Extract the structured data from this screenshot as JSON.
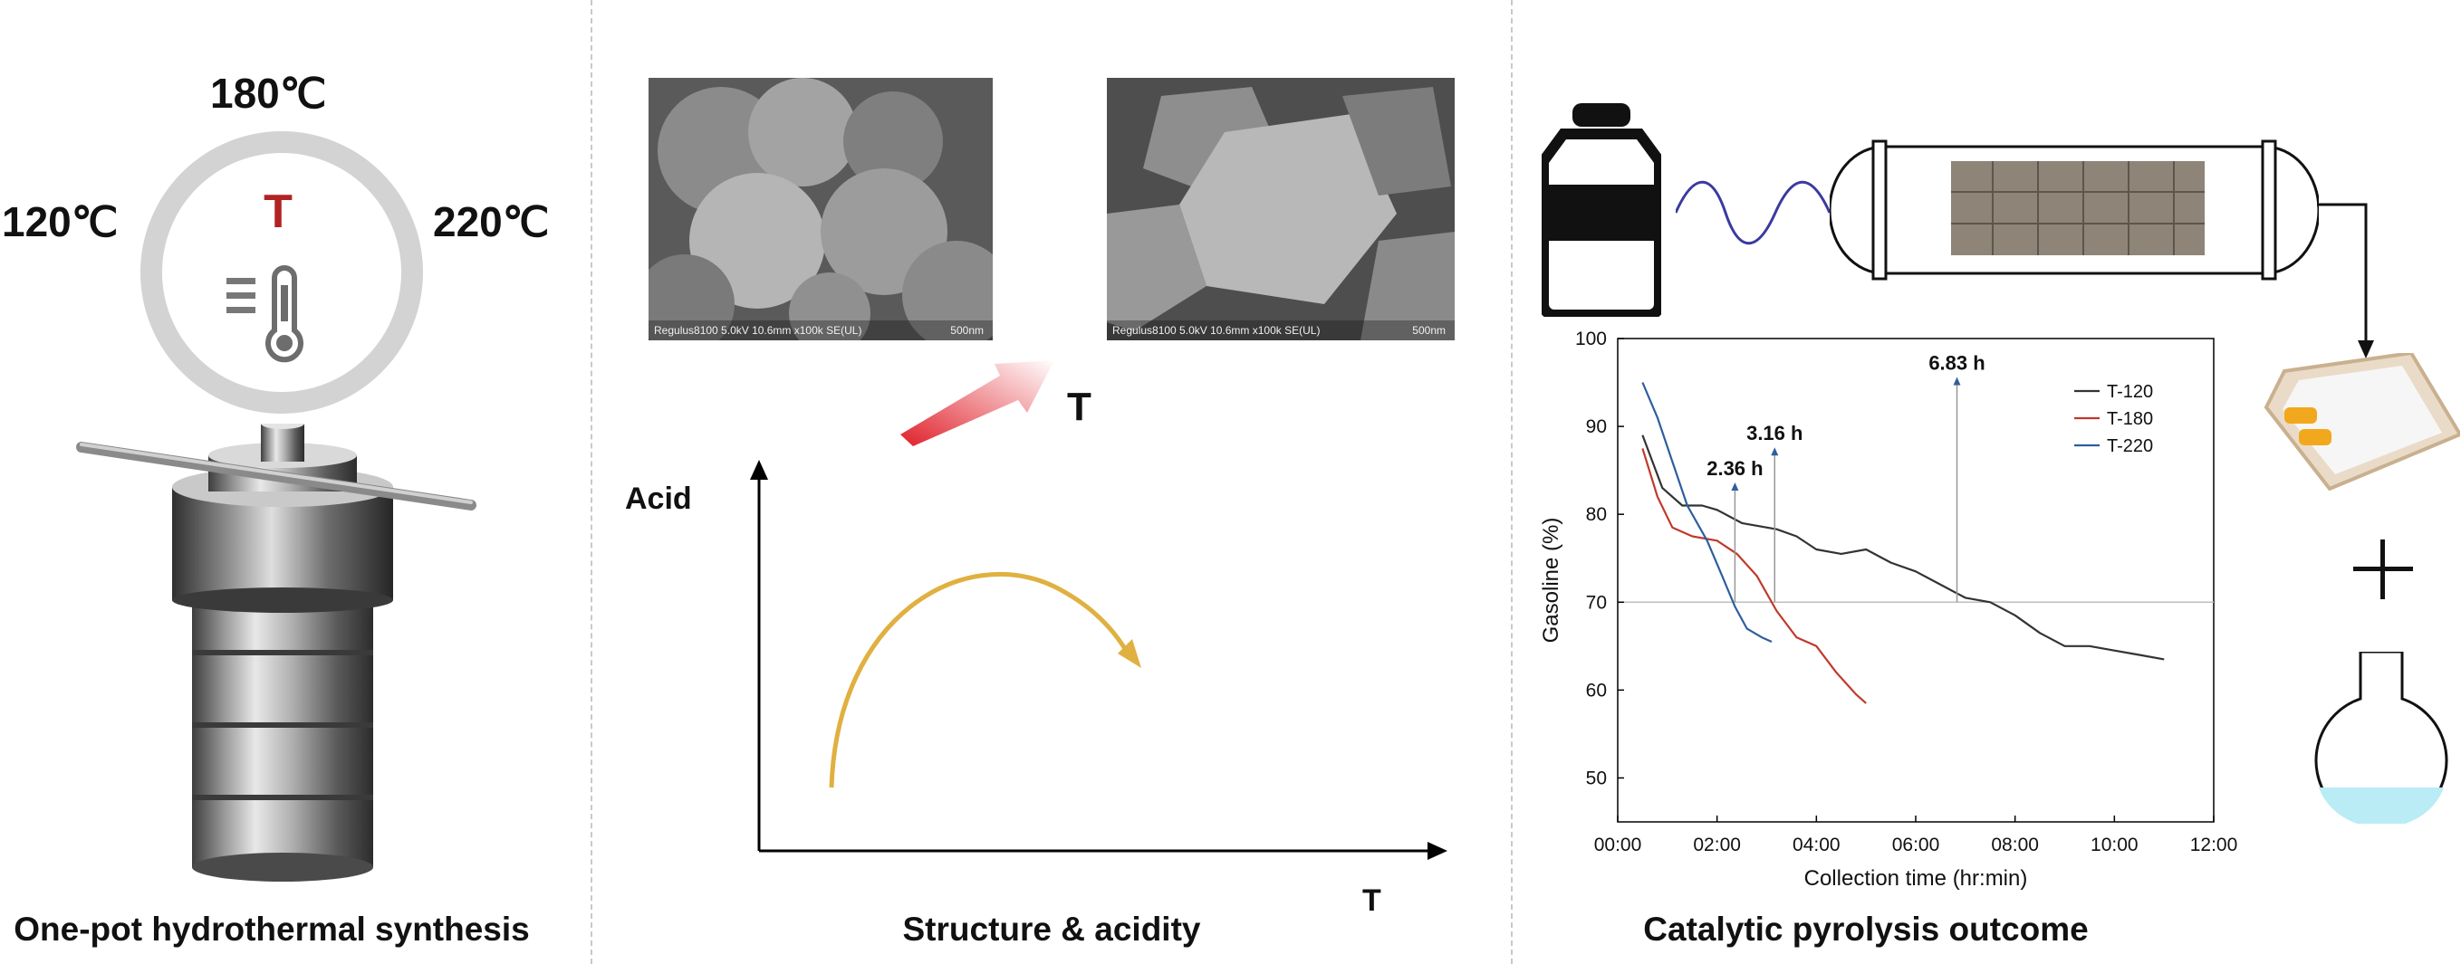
{
  "panels": {
    "synthesis": {
      "caption": "One-pot hydrothermal synthesis",
      "temps": {
        "top": "180℃",
        "left": "120℃",
        "right": "220℃"
      },
      "dial_label": "T",
      "icons": [
        "thermometer-icon",
        "autoclave-image"
      ]
    },
    "structure": {
      "caption": "Structure & acidity",
      "sem_left_info": "Regulus8100 5.0kV 10.6mm x100k SE(UL)",
      "sem_left_scale": "500nm",
      "sem_right_info": "Regulus8100 5.0kV 10.6mm x100k SE(UL)",
      "sem_right_scale": "500nm",
      "arrow_label": "T",
      "y_axis_label": "Acid",
      "x_axis_label": "T"
    },
    "pyrolysis": {
      "caption": "Catalytic pyrolysis outcome",
      "icons": [
        "bottle-icon",
        "reactor-tube-icon",
        "gas-bag-icon",
        "plus-icon",
        "flask-icon"
      ]
    }
  },
  "colors": {
    "T-120": "#333333",
    "T-180": "#c0392b",
    "T-220": "#2e5e9e",
    "dial_label": "#b22222",
    "trend_curve": "#e0b040",
    "temp_arrow": "#e0202a"
  },
  "chart_data": {
    "type": "line",
    "xlabel": "Collection time (hr:min)",
    "ylabel": "Gasoline (%)",
    "xlim": [
      0,
      12
    ],
    "ylim": [
      45,
      100
    ],
    "x_ticks": [
      "00:00",
      "02:00",
      "04:00",
      "06:00",
      "08:00",
      "10:00",
      "12:00"
    ],
    "y_ticks": [
      "50",
      "60",
      "70",
      "80",
      "90",
      "100"
    ],
    "reference_line": 70,
    "legend_position": "top-right",
    "series": [
      {
        "name": "T-120",
        "x": [
          0.5,
          0.9,
          1.3,
          1.7,
          2.0,
          2.5,
          3.2,
          3.6,
          4.0,
          4.5,
          5.0,
          5.5,
          6.0,
          6.5,
          7.0,
          7.5,
          8.0,
          8.5,
          9.0,
          9.5,
          10.0,
          10.5,
          11.0
        ],
        "y": [
          89,
          83,
          81,
          81,
          80.5,
          79,
          78.3,
          77.5,
          76,
          75.5,
          76,
          74.5,
          73.5,
          72,
          70.5,
          70,
          68.5,
          66.5,
          65,
          65,
          64.5,
          64,
          63.5
        ]
      },
      {
        "name": "T-180",
        "x": [
          0.5,
          0.8,
          1.1,
          1.5,
          2.0,
          2.4,
          2.8,
          3.2,
          3.6,
          4.0,
          4.4,
          4.8,
          5.0
        ],
        "y": [
          87.5,
          82,
          78.5,
          77.5,
          77,
          75.5,
          73,
          69,
          66,
          65,
          62,
          59.5,
          58.5
        ]
      },
      {
        "name": "T-220",
        "x": [
          0.5,
          0.8,
          1.1,
          1.4,
          1.8,
          2.1,
          2.36,
          2.6,
          2.9,
          3.1
        ],
        "y": [
          95,
          91,
          86,
          81,
          77,
          73,
          69.5,
          67,
          66,
          65.5
        ]
      }
    ],
    "annotations": [
      {
        "text": "2.36 h",
        "x": 2.36,
        "y_to": 83
      },
      {
        "text": "3.16 h",
        "x": 3.16,
        "y_to": 87
      },
      {
        "text": "6.83 h",
        "x": 6.83,
        "y_to": 95
      }
    ]
  }
}
